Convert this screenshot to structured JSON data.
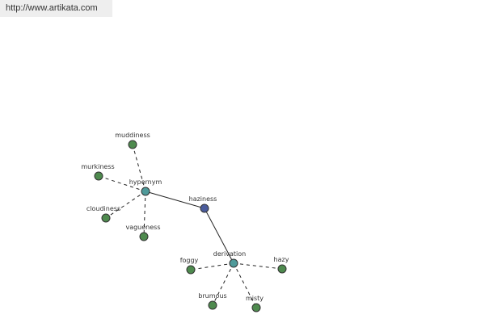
{
  "url": "http://www.artikata.com",
  "colors": {
    "root": "#4a5b9b",
    "relation": "#4f9a9a",
    "leaf": "#4e8a4e"
  },
  "nodes": [
    {
      "id": "haziness",
      "label": "haziness",
      "kind": "root"
    },
    {
      "id": "hypernym",
      "label": "hypernym",
      "kind": "relation"
    },
    {
      "id": "derivation",
      "label": "derivation",
      "kind": "relation"
    },
    {
      "id": "muddiness",
      "label": "muddiness",
      "kind": "leaf"
    },
    {
      "id": "murkiness",
      "label": "murkiness",
      "kind": "leaf"
    },
    {
      "id": "cloudiness",
      "label": "cloudiness",
      "kind": "leaf"
    },
    {
      "id": "vagueness",
      "label": "vagueness",
      "kind": "leaf"
    },
    {
      "id": "foggy",
      "label": "foggy",
      "kind": "leaf"
    },
    {
      "id": "hazy",
      "label": "hazy",
      "kind": "leaf"
    },
    {
      "id": "brumous",
      "label": "brumous",
      "kind": "leaf"
    },
    {
      "id": "misty",
      "label": "misty",
      "kind": "leaf"
    }
  ],
  "edges": [
    {
      "from": "haziness",
      "to": "hypernym",
      "style": "solid"
    },
    {
      "from": "haziness",
      "to": "derivation",
      "style": "solid"
    },
    {
      "from": "hypernym",
      "to": "muddiness",
      "style": "dashed"
    },
    {
      "from": "hypernym",
      "to": "murkiness",
      "style": "dashed"
    },
    {
      "from": "hypernym",
      "to": "cloudiness",
      "style": "dashed"
    },
    {
      "from": "hypernym",
      "to": "vagueness",
      "style": "dashed"
    },
    {
      "from": "derivation",
      "to": "foggy",
      "style": "dashed"
    },
    {
      "from": "derivation",
      "to": "hazy",
      "style": "dashed"
    },
    {
      "from": "derivation",
      "to": "brumous",
      "style": "dashed"
    },
    {
      "from": "derivation",
      "to": "misty",
      "style": "dashed"
    }
  ]
}
